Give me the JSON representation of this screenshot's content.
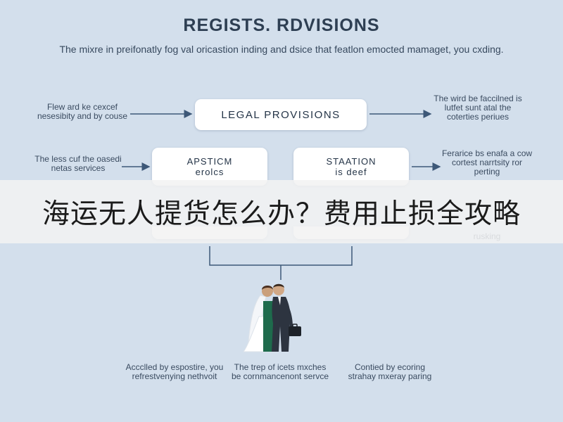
{
  "header": {
    "title": "REGISTS. RDVISIONS",
    "subtitle": "The mixre in preifonatly fog val oricastion inding and dsice that featlon emocted mamaget, you cxding."
  },
  "side_notes": {
    "left_top": "Flew ard ke cexcef nesesibity and by couse",
    "left_middle": "The less cuf the oasedi netas services",
    "right_top": "The wird be faccilned is lutfet sunt atal the coterties periues",
    "right_middle": "Ferarice bs enafa a cow cortest narrtsity ror perting",
    "right_lower": "rusking"
  },
  "boxes": {
    "main": "LEGAL PROVISIONS",
    "left": "APSTICM\nerolcs",
    "right": "STAATION\nis deef"
  },
  "banner": {
    "text": "海运无人提货怎么办？费用止损全攻略"
  },
  "bottom_notes": {
    "left": "Accclled by espostire, you refrestvenying nethvoit",
    "center": "The trep of icets mxches be cornmancenont servce",
    "right": "Contied by ecoring strahay mxeray paring"
  },
  "colors": {
    "background": "#d3dfec",
    "connector": "#3d5878",
    "box": "#ffffff",
    "banner": "#f2f2f2"
  }
}
